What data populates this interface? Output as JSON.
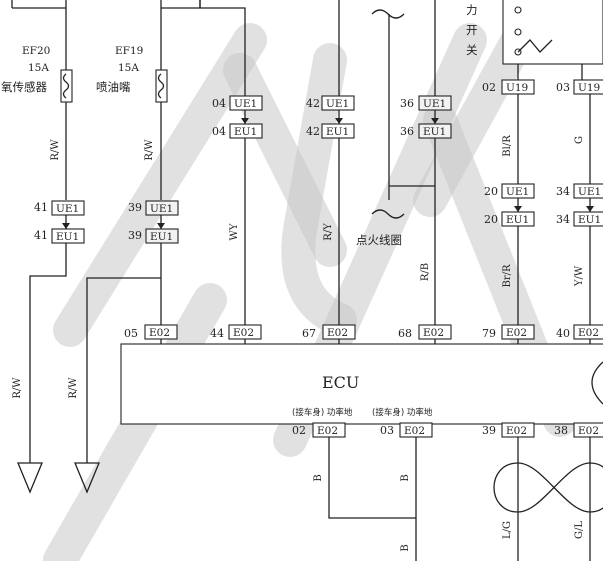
{
  "fuses": [
    {
      "id": "EF20",
      "rating": "15A",
      "name": "氧传感器"
    },
    {
      "id": "EF19",
      "rating": "15A",
      "name": "喷油嘴"
    }
  ],
  "wires": {
    "rw": "R/W",
    "wy": "WY",
    "ry": "R/Y",
    "rb": "R/B",
    "blr": "Bl/R",
    "g": "G",
    "brr": "Br/R",
    "yw": "Y/W",
    "b": "B",
    "lg": "L/G",
    "gl": "G/L"
  },
  "connectors": {
    "ue1": "UE1",
    "eu1": "EU1",
    "e02": "E02",
    "u19": "U19"
  },
  "pins": {
    "p41": "41",
    "p39": "39",
    "p04": "04",
    "p42": "42",
    "p36": "36",
    "p02": "02",
    "p03": "03",
    "p20": "20",
    "p34": "34",
    "p05": "05",
    "p44": "44",
    "p67": "67",
    "p68": "68",
    "p79": "79",
    "p40": "40",
    "p38": "38"
  },
  "labels": {
    "ecu": "ECU",
    "ignition_coil": "点火线圈",
    "switch": [
      "力",
      "开",
      "关"
    ],
    "ground_left_1": "接车身",
    "ground_left_2": "功率地",
    "ground_right_1": "接车身",
    "ground_right_2": "功率地"
  }
}
